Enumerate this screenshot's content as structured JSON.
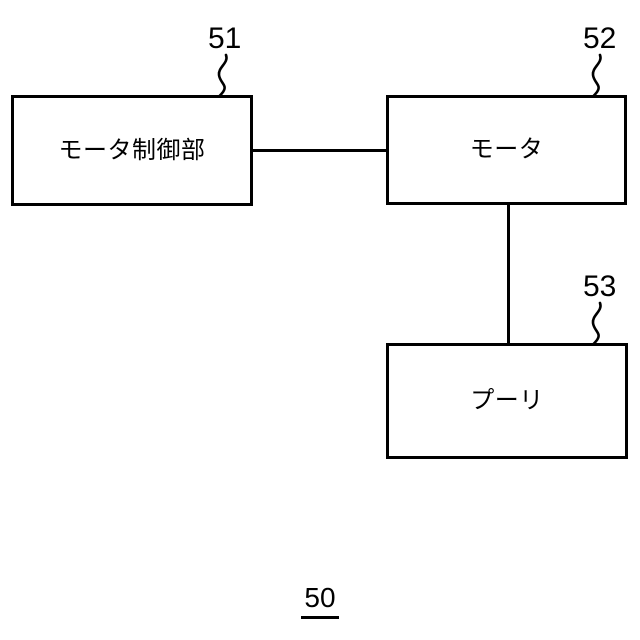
{
  "figure": {
    "number": "50",
    "background_color": "#ffffff",
    "line_color": "#000000"
  },
  "blocks": [
    {
      "id": "motor-control",
      "label": "モータ制御部",
      "reference_numeral": "51"
    },
    {
      "id": "motor",
      "label": "モータ",
      "reference_numeral": "52"
    },
    {
      "id": "pulley",
      "label": "プーリ",
      "reference_numeral": "53"
    }
  ],
  "connectors": [
    {
      "id": "control-motor",
      "from": "motor-control",
      "to": "motor",
      "orientation": "horizontal"
    },
    {
      "id": "motor-pulley",
      "from": "motor",
      "to": "pulley",
      "orientation": "vertical"
    }
  ]
}
